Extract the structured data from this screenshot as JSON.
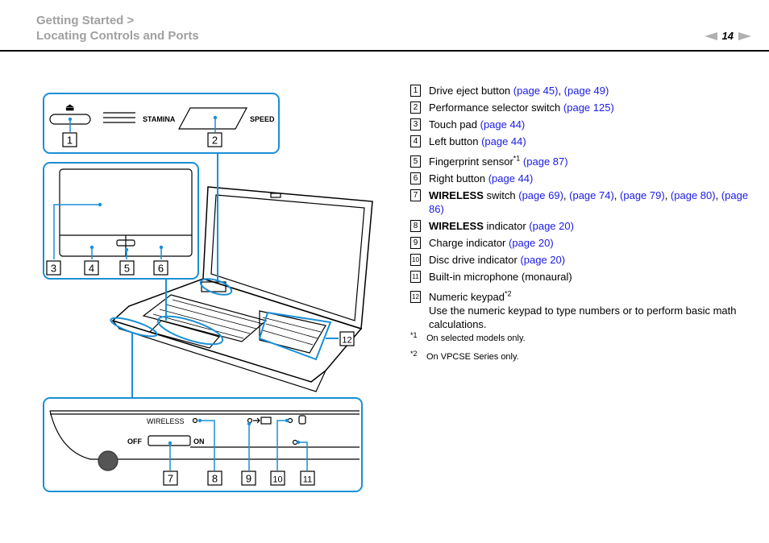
{
  "header": {
    "breadcrumb_line1": "Getting Started >",
    "breadcrumb_line2": "Locating Controls and Ports",
    "page_number": "14"
  },
  "diagram": {
    "eject_symbol": "⏏",
    "stamina_label": "STAMINA",
    "speed_label": "SPEED",
    "wireless_label": "WIRELESS",
    "off_label": "OFF",
    "on_label": "ON",
    "callouts": [
      "1",
      "2",
      "3",
      "4",
      "5",
      "6",
      "7",
      "8",
      "9",
      "10",
      "11",
      "12"
    ]
  },
  "items": [
    {
      "num": "1",
      "text": "Drive eject button ",
      "links": [
        "(page 45)",
        ", ",
        "(page 49)"
      ]
    },
    {
      "num": "2",
      "text": "Performance selector switch ",
      "links": [
        "(page 125)"
      ]
    },
    {
      "num": "3",
      "text": "Touch pad ",
      "links": [
        "(page 44)"
      ]
    },
    {
      "num": "4",
      "text": "Left button ",
      "links": [
        "(page 44)"
      ]
    },
    {
      "num": "5",
      "text": "Fingerprint sensor",
      "sup": "*1",
      "links": [
        "(page 87)"
      ]
    },
    {
      "num": "6",
      "text": "Right button ",
      "links": [
        "(page 44)"
      ]
    },
    {
      "num": "7",
      "bold": "WIRELESS",
      "text": " switch ",
      "links": [
        "(page 69)",
        "(page 74)",
        "(page 79)",
        "(page 80)",
        "(page 86)"
      ]
    },
    {
      "num": "8",
      "bold": "WIRELESS",
      "text": " indicator ",
      "links": [
        "(page 20)"
      ]
    },
    {
      "num": "9",
      "text": "Charge indicator ",
      "links": [
        "(page 20)"
      ]
    },
    {
      "num": "10",
      "text": "Disc drive indicator ",
      "links": [
        "(page 20)"
      ]
    },
    {
      "num": "11",
      "text": "Built-in microphone (monaural)"
    },
    {
      "num": "12",
      "text": "Numeric keypad",
      "sup": "*2",
      "desc": "Use the numeric keypad to type numbers or to perform basic math calculations."
    }
  ],
  "footnotes": [
    {
      "mark": "*1",
      "text": "On selected models only."
    },
    {
      "mark": "*2",
      "text": "On VPCSE Series only."
    }
  ]
}
